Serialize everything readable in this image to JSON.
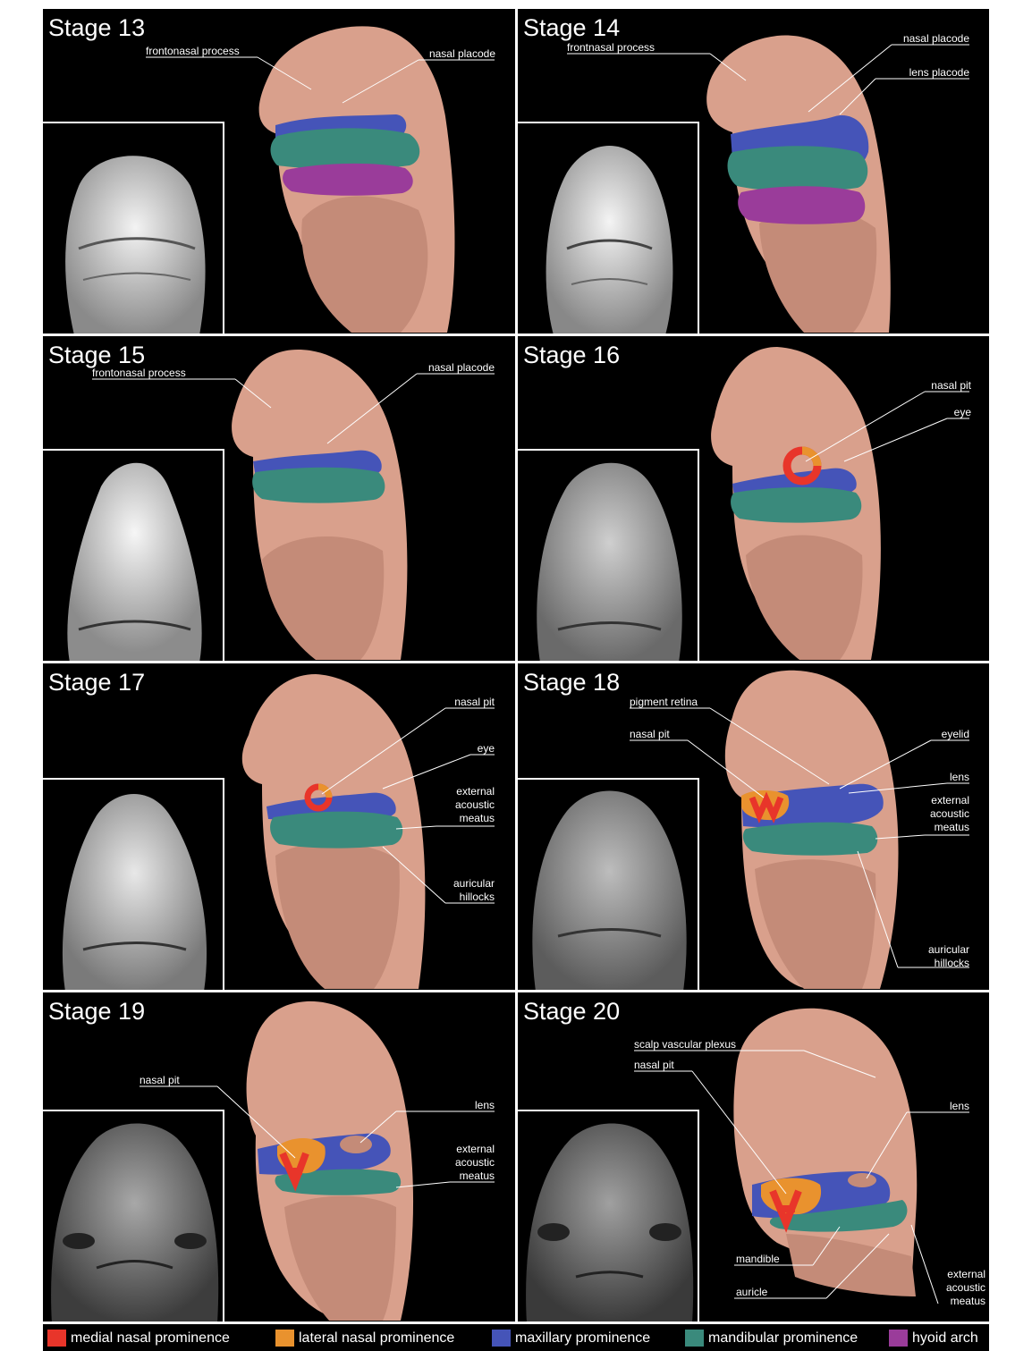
{
  "stages": [
    {
      "title": "Stage 13",
      "labels": [
        "frontonasal process",
        "nasal placode"
      ]
    },
    {
      "title": "Stage 14",
      "labels": [
        "frontnasal process",
        "nasal placode",
        "lens placode"
      ]
    },
    {
      "title": "Stage 15",
      "labels": [
        "frontonasal process",
        "nasal placode"
      ]
    },
    {
      "title": "Stage 16",
      "labels": [
        "nasal pit",
        "eye"
      ]
    },
    {
      "title": "Stage 17",
      "labels": [
        "nasal pit",
        "eye",
        "external",
        "acoustic",
        "meatus",
        "auricular",
        "hillocks"
      ]
    },
    {
      "title": "Stage 18",
      "labels": [
        "pigment retina",
        "nasal pit",
        "eyelid",
        "lens",
        "external",
        "acoustic",
        "meatus",
        "auricular",
        "hillocks"
      ]
    },
    {
      "title": "Stage 19",
      "labels": [
        "nasal pit",
        "lens",
        "external",
        "acoustic",
        "meatus"
      ]
    },
    {
      "title": "Stage 20",
      "labels": [
        "scalp vascular plexus",
        "nasal pit",
        "lens",
        "mandible",
        "auricle",
        "external",
        "acoustic",
        "meatus"
      ]
    }
  ],
  "legend": [
    {
      "label": "medial nasal prominence",
      "color": "#e8352a"
    },
    {
      "label": "lateral nasal prominence",
      "color": "#e9922e"
    },
    {
      "label": "maxillary prominence",
      "color": "#4554b8"
    },
    {
      "label": "mandibular prominence",
      "color": "#3a8a7c"
    },
    {
      "label": "hyoid arch",
      "color": "#9a3c9a"
    }
  ],
  "colors": {
    "skin": "#d9a08c",
    "background": "#000000",
    "line": "#ffffff"
  }
}
